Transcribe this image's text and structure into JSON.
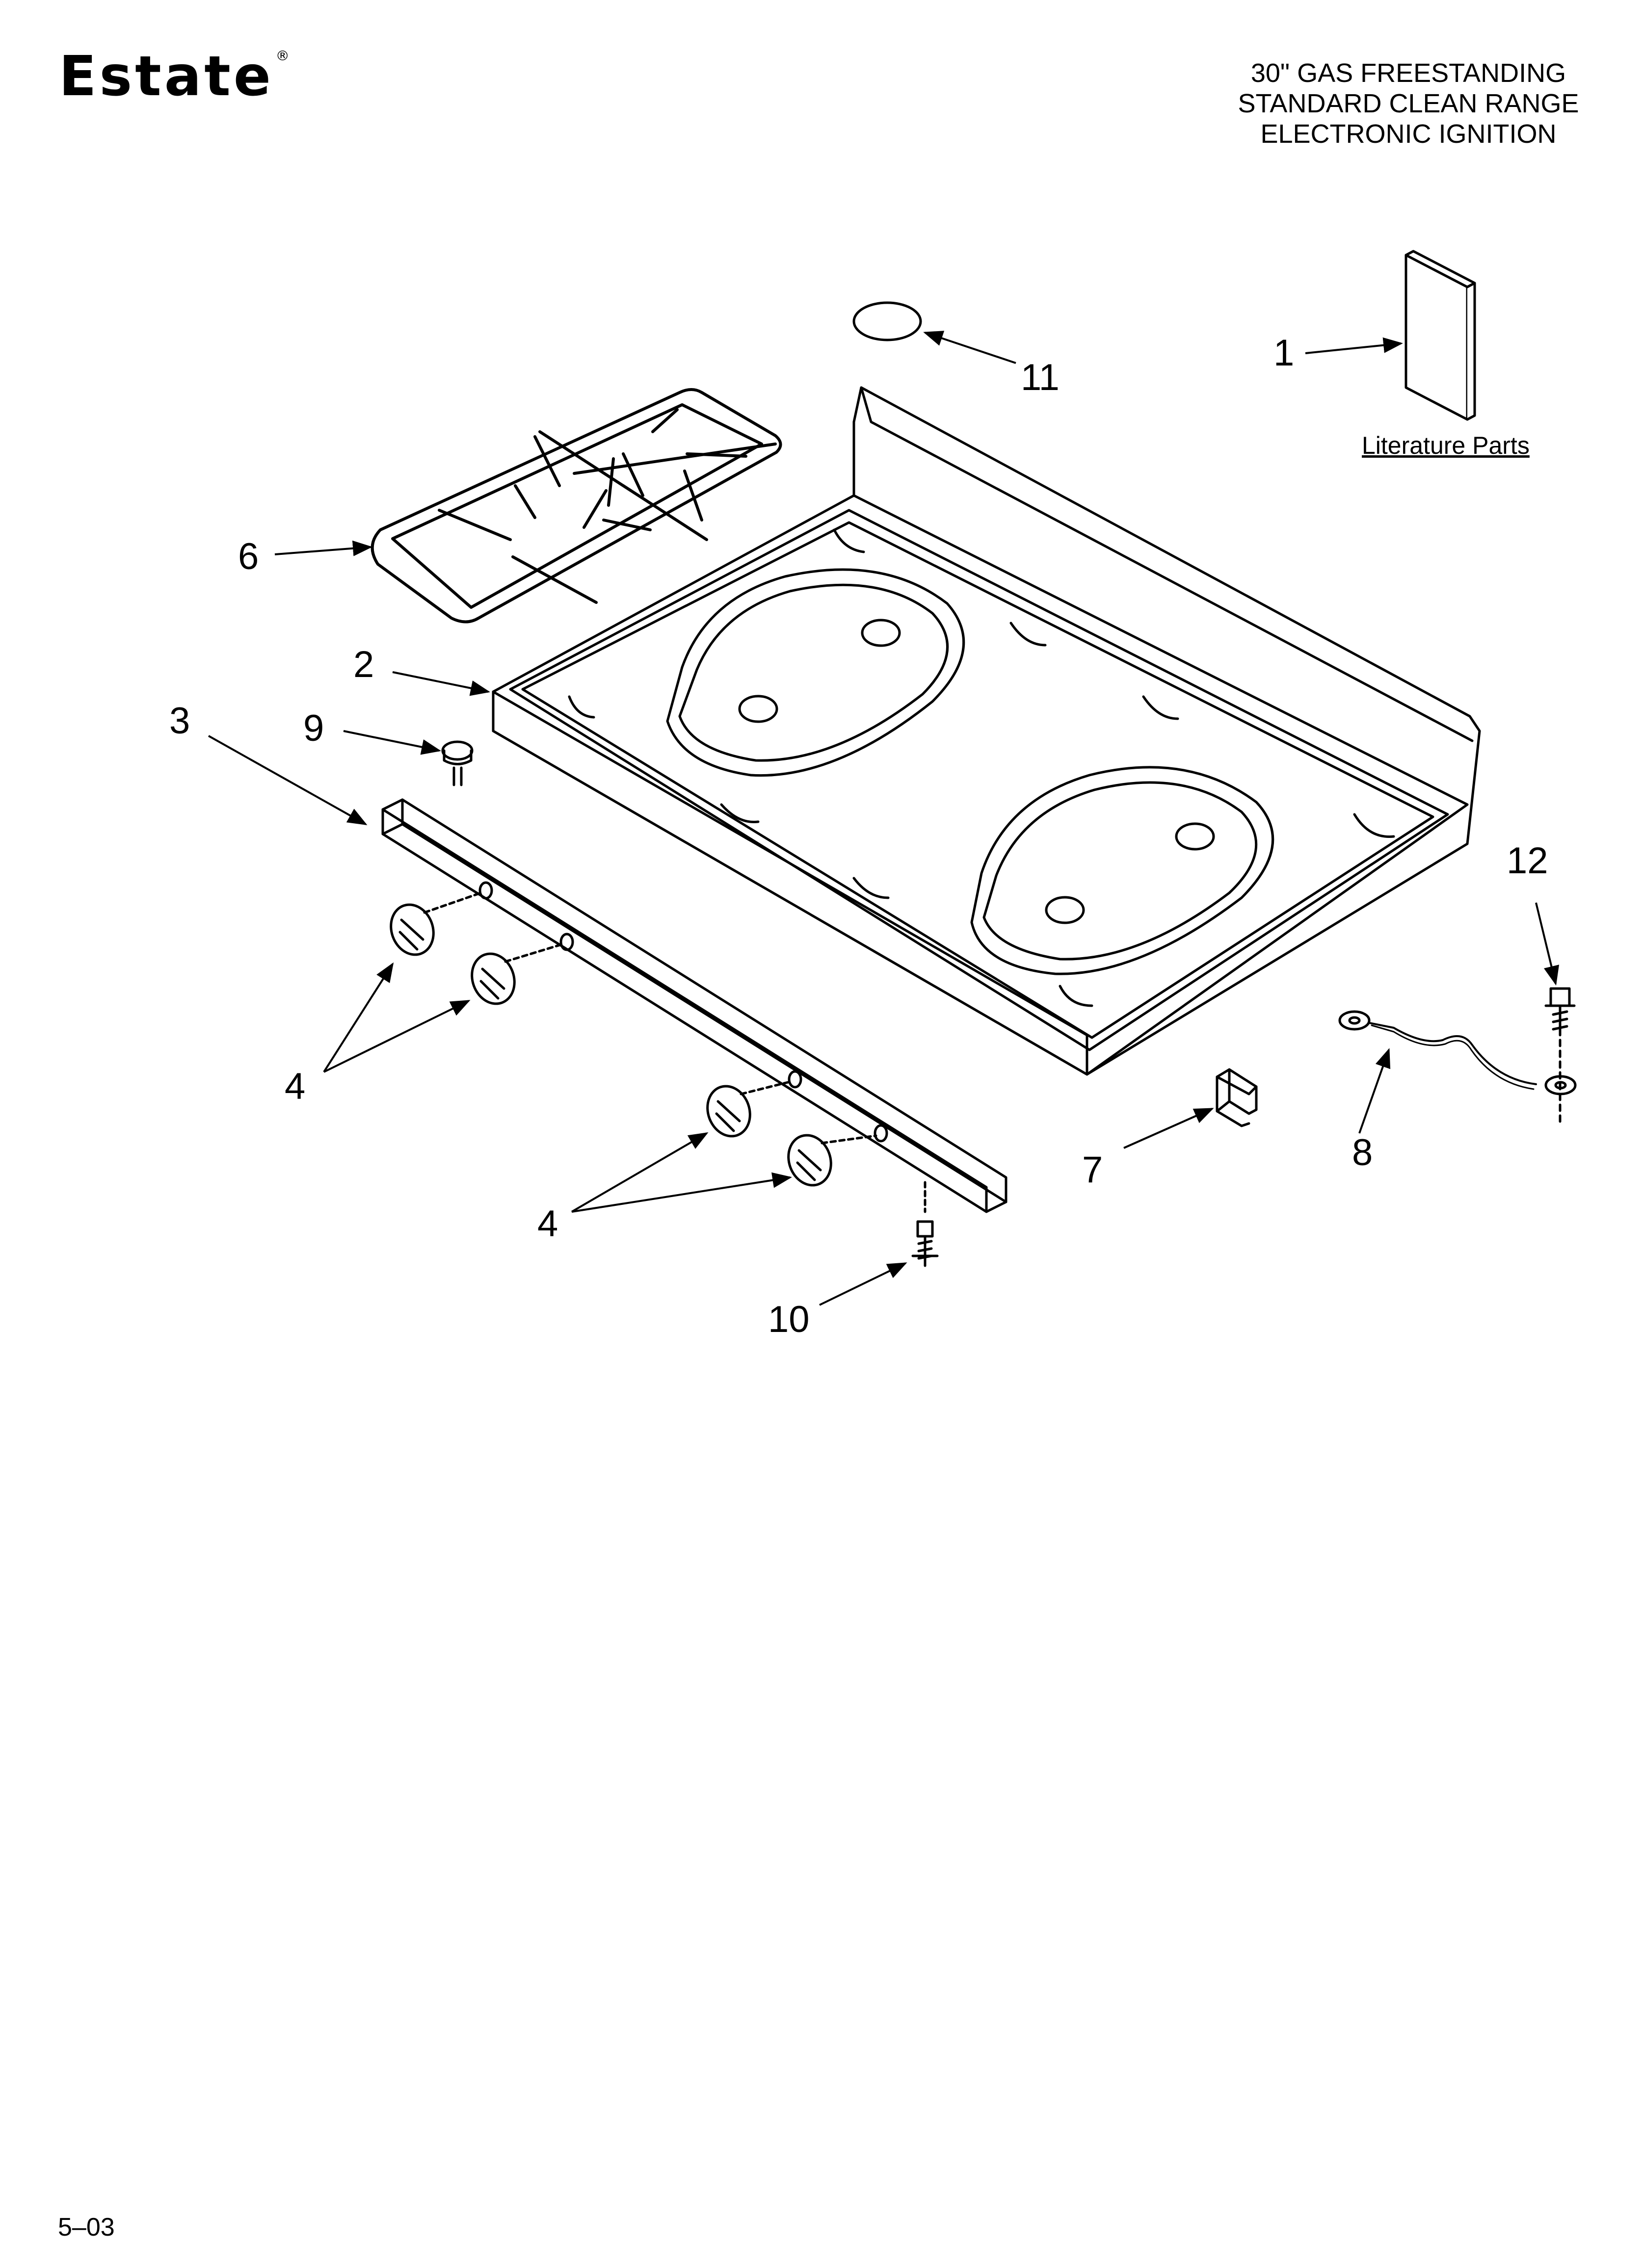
{
  "header": {
    "brand": "Estate",
    "brand_mark": "®",
    "title_lines": [
      "30\" GAS FREESTANDING",
      "STANDARD CLEAN RANGE",
      "ELECTRONIC IGNITION"
    ]
  },
  "literature": {
    "label": "Literature Parts"
  },
  "callouts": {
    "c1": "1",
    "c2": "2",
    "c3": "3",
    "c4a": "4",
    "c4b": "4",
    "c6": "6",
    "c7": "7",
    "c8": "8",
    "c9": "9",
    "c10": "10",
    "c11": "11",
    "c12": "12"
  },
  "footer": {
    "code": "5–03"
  }
}
